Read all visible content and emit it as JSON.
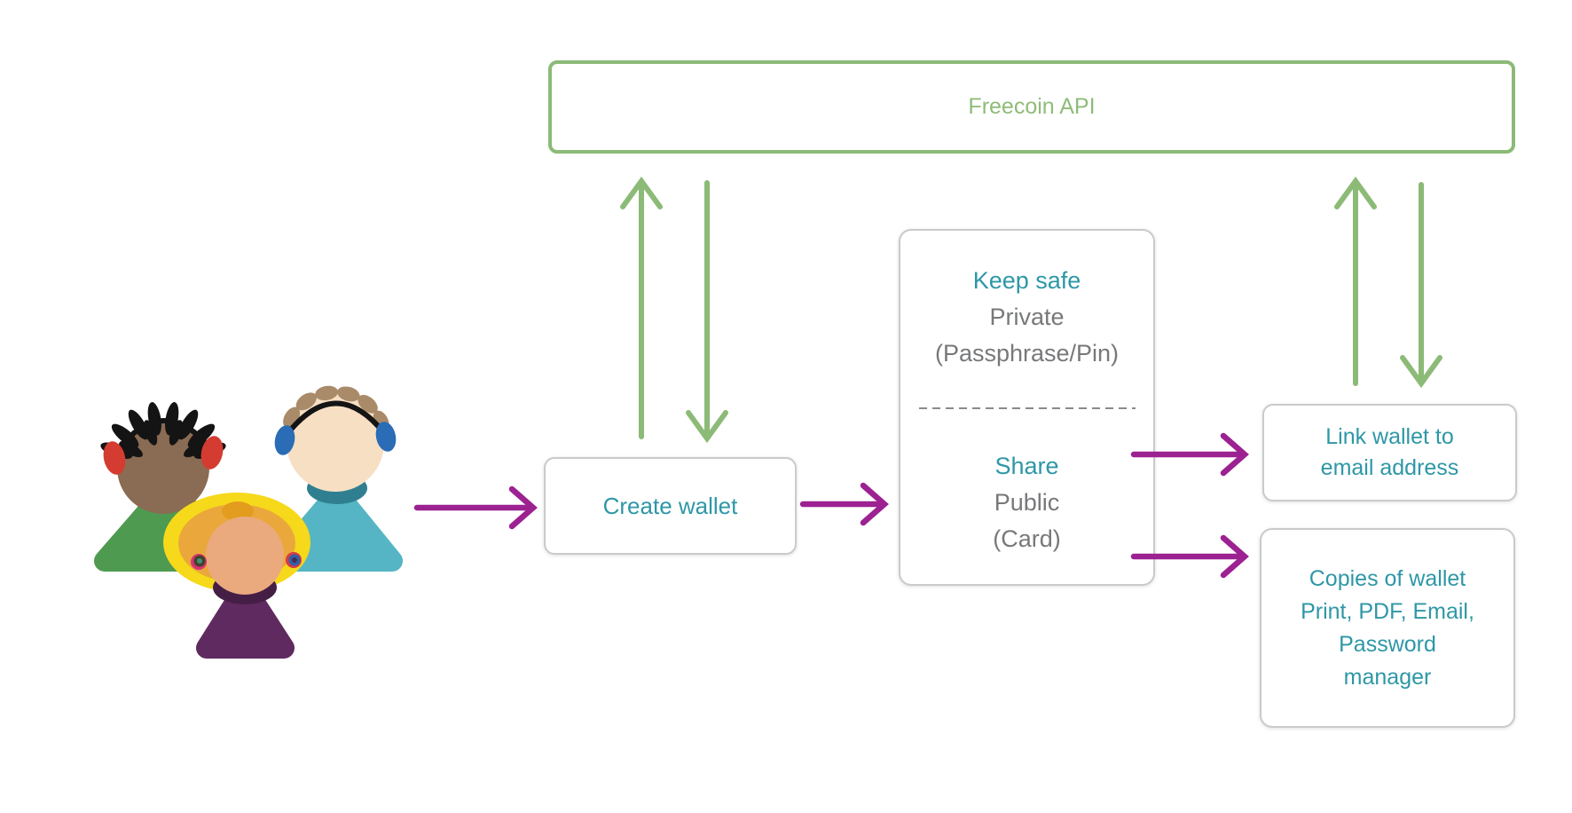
{
  "api_box": {
    "label": "Freecoin API"
  },
  "create_wallet_box": {
    "label": "Create wallet"
  },
  "keep_safe_box": {
    "title": "Keep safe",
    "line_private": "Private",
    "line_passphrase": "(Passphrase/Pin)",
    "share_title": "Share",
    "line_public": "Public",
    "line_card": "(Card)"
  },
  "link_wallet_box": {
    "lines": [
      "Link wallet to",
      "email address"
    ]
  },
  "copies_box": {
    "lines": [
      "Copies of wallet",
      "Print, PDF, Email,",
      "Password",
      "manager"
    ]
  },
  "icons": {
    "people": "three-users-illustration"
  },
  "colors": {
    "green": "#8cba77",
    "teal_text": "#2e97a6",
    "gray_text": "#77787a",
    "purple_arrow": "#9c2191",
    "box_border": "#cacaca",
    "dashed_divider": "#8a8a8a"
  }
}
